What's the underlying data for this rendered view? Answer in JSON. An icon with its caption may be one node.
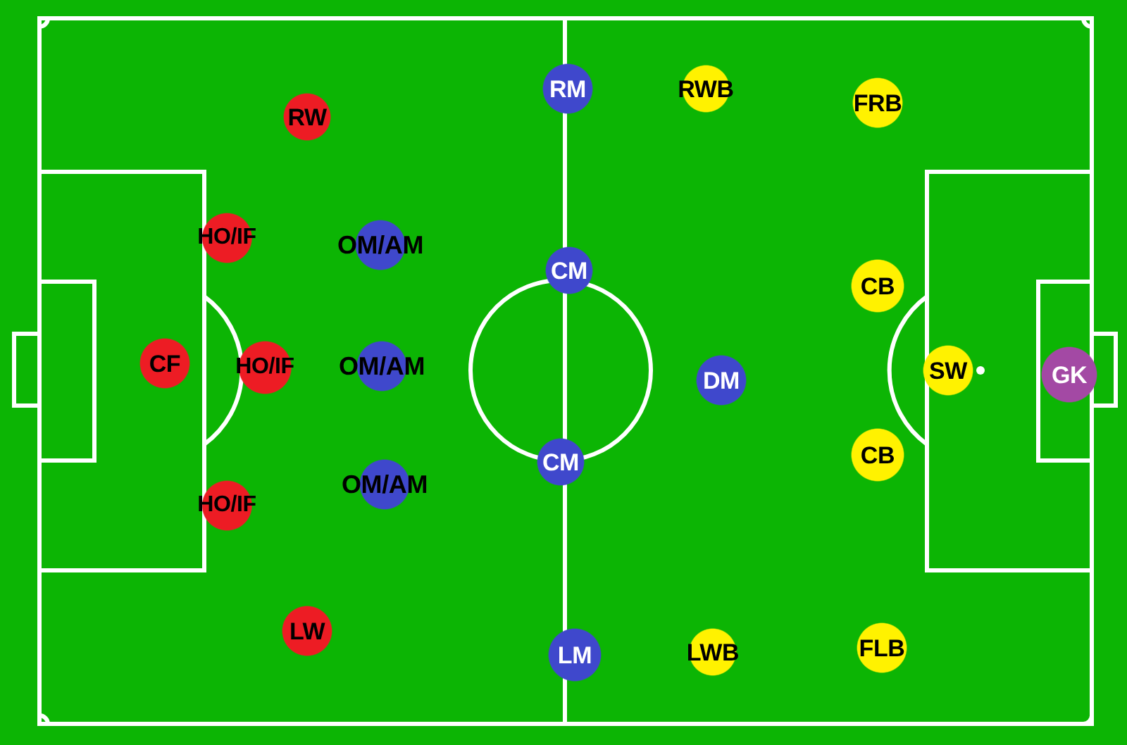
{
  "diagram": {
    "nodes": [
      {
        "text": [
          "RW"
        ]
      },
      {
        "text": [
          "RM"
        ]
      },
      {
        "text": [
          "RWB"
        ]
      },
      {
        "text": [
          "FRB"
        ]
      },
      {
        "text": [
          "HO/IF"
        ]
      },
      {
        "text": [
          "OM/AM"
        ]
      },
      {
        "text": [
          "CM"
        ]
      },
      {
        "text": [
          "CB"
        ]
      },
      {
        "text": [
          "CF"
        ]
      },
      {
        "text": [
          "HO/IF"
        ]
      },
      {
        "text": [
          "OM/AM"
        ]
      },
      {
        "text": [
          "DM"
        ]
      },
      {
        "text": [
          "SW"
        ]
      },
      {
        "text": [
          "GK"
        ]
      },
      {
        "text": [
          "HO/IF"
        ]
      },
      {
        "text": [
          "OM/AM"
        ]
      },
      {
        "text": [
          "CM"
        ]
      },
      {
        "text": [
          "CB"
        ]
      },
      {
        "text": [
          "LW"
        ]
      },
      {
        "text": [
          "LM"
        ]
      },
      {
        "text": [
          "LWB"
        ]
      },
      {
        "text": [
          "FLB"
        ]
      }
    ]
  }
}
